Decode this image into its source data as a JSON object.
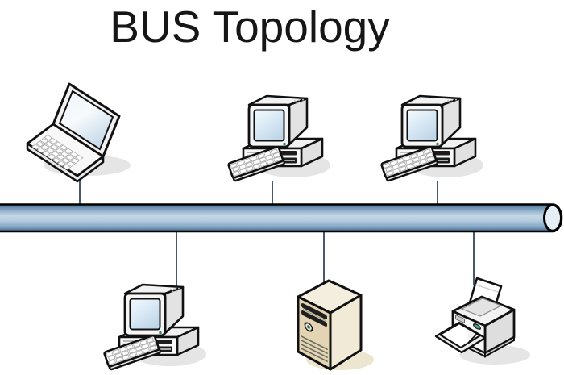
{
  "title": "BUS Topology",
  "diagram": {
    "type": "bus-topology",
    "bus": {
      "name": "bus backbone cable",
      "orientation": "horizontal",
      "end_cap": "right"
    },
    "nodes_above_bus": [
      {
        "device": "laptop",
        "icon": "laptop-icon"
      },
      {
        "device": "desktop-computer",
        "icon": "desktop-computer-icon"
      },
      {
        "device": "desktop-computer",
        "icon": "desktop-computer-icon"
      }
    ],
    "nodes_below_bus": [
      {
        "device": "desktop-computer",
        "icon": "desktop-computer-icon"
      },
      {
        "device": "server-tower",
        "icon": "server-tower-icon"
      },
      {
        "device": "printer",
        "icon": "printer-icon"
      }
    ]
  },
  "colors": {
    "background": "#ffffff",
    "title_text": "#161616",
    "bus_dark": "#3d6284",
    "bus_mid": "#7fa2bf",
    "bus_light": "#c2d6e6",
    "bus_end_cap": "#e6eef5",
    "outline": "#111111",
    "connector_line": "#4a5868",
    "screen_tint": "#dcebf6",
    "server_front": "#e3d5b4",
    "server_side": "#f1ead6",
    "server_top": "#f4eede",
    "accent_green": "#2e8b6f",
    "shadow": "#dcdcdc"
  }
}
